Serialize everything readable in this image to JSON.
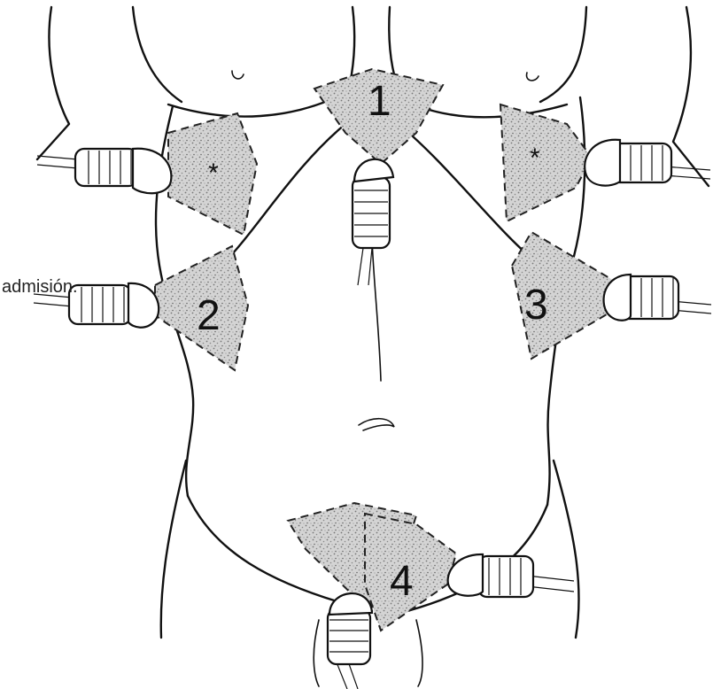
{
  "windows": [
    {
      "id": "1",
      "label": "1"
    },
    {
      "id": "2",
      "label": "2"
    },
    {
      "id": "3",
      "label": "3"
    },
    {
      "id": "4",
      "label": "4"
    },
    {
      "id": "star-left",
      "label": "*"
    },
    {
      "id": "star-right",
      "label": "*"
    }
  ],
  "caption": "admisión.",
  "colors": {
    "ink": "#111111",
    "stipple": "#c8c8c8",
    "background": "#ffffff"
  }
}
